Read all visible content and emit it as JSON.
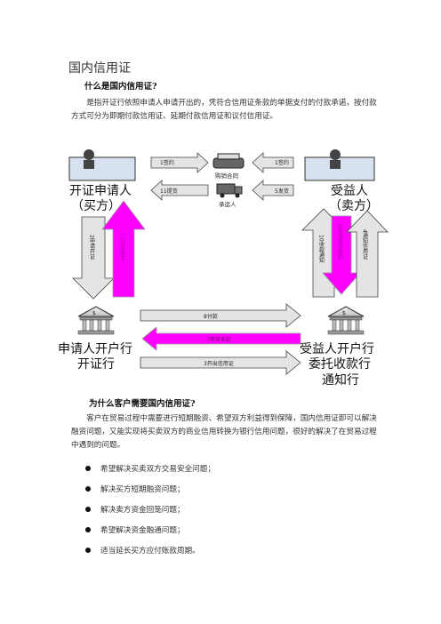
{
  "page": {
    "title": "国内信用证",
    "section1": {
      "heading": "什么是国内信用证?",
      "body": "是指开证行依照申请人申请开出的，凭符合信用证条款的单据支付的付款承诺，按付款方式可分为即期付款信用证、延期付款信用证和议付信用证。"
    },
    "section2": {
      "heading": "为什么客户需要国内信用证?",
      "body": "客户在贸易过程中需要进行短期融资、希望双方利益得到保障，国内信用证即可以解决融资问题，又能实现将买卖双方的商业信用转换为银行信用问题，很好的解决了在贸易过程中遇到的问题。",
      "bullets": [
        "希望解决买卖双方交易安全问题；",
        "解决买方短期融资问题；",
        "解决卖方资金回笼问题；",
        "希望解决资金融通问题；",
        "适当延长买方应付账款周期。"
      ]
    }
  },
  "diagram": {
    "applicant_line1": "开证申请人",
    "applicant_line2": "（买方）",
    "beneficiary_line1": "受益人",
    "beneficiary_line2": "（卖方）",
    "contract_label": "购销合同",
    "carrier_label": "承运人",
    "issuing_bank_line1": "申请人开户行",
    "issuing_bank_line2": "开证行",
    "advising_bank_line1": "受益人开户行",
    "advising_bank_line2": "委托收款行",
    "advising_bank_line3": "通知行",
    "arrow_1_left": "1签约",
    "arrow_1_right": "1签约",
    "arrow_11": "11提货",
    "arrow_5": "5发货",
    "arrow_2": "2申请开证",
    "arrow_12": "12付款赎单",
    "arrow_10": "10收款通知",
    "arrow_6": "6交单委托收款",
    "arrow_4": "4通知信用证",
    "arrow_8": "8付款",
    "arrow_7": "7寄单索款",
    "arrow_3": "3开出信用证",
    "colors": {
      "gray_arrow": "#e4e4e4",
      "magenta_arrow": "#ff00ff",
      "outline": "#444444"
    }
  }
}
